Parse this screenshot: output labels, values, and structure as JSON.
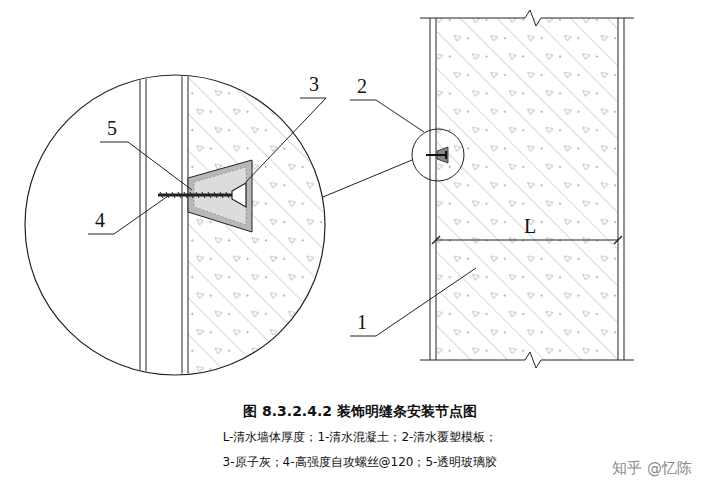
{
  "diagram": {
    "caption": "图 8.3.2.4.2 装饰明缝条安装节点图",
    "labels": [
      "5",
      "3",
      "4",
      "2",
      "1",
      "L",
      "L-清水墙体厚度；1-清水混凝土；2-清水覆塑模板；",
      "3-原子灰；4-高强度自攻螺丝@120；5-透明玻璃胶",
      "知乎 @忆陈"
    ]
  }
}
